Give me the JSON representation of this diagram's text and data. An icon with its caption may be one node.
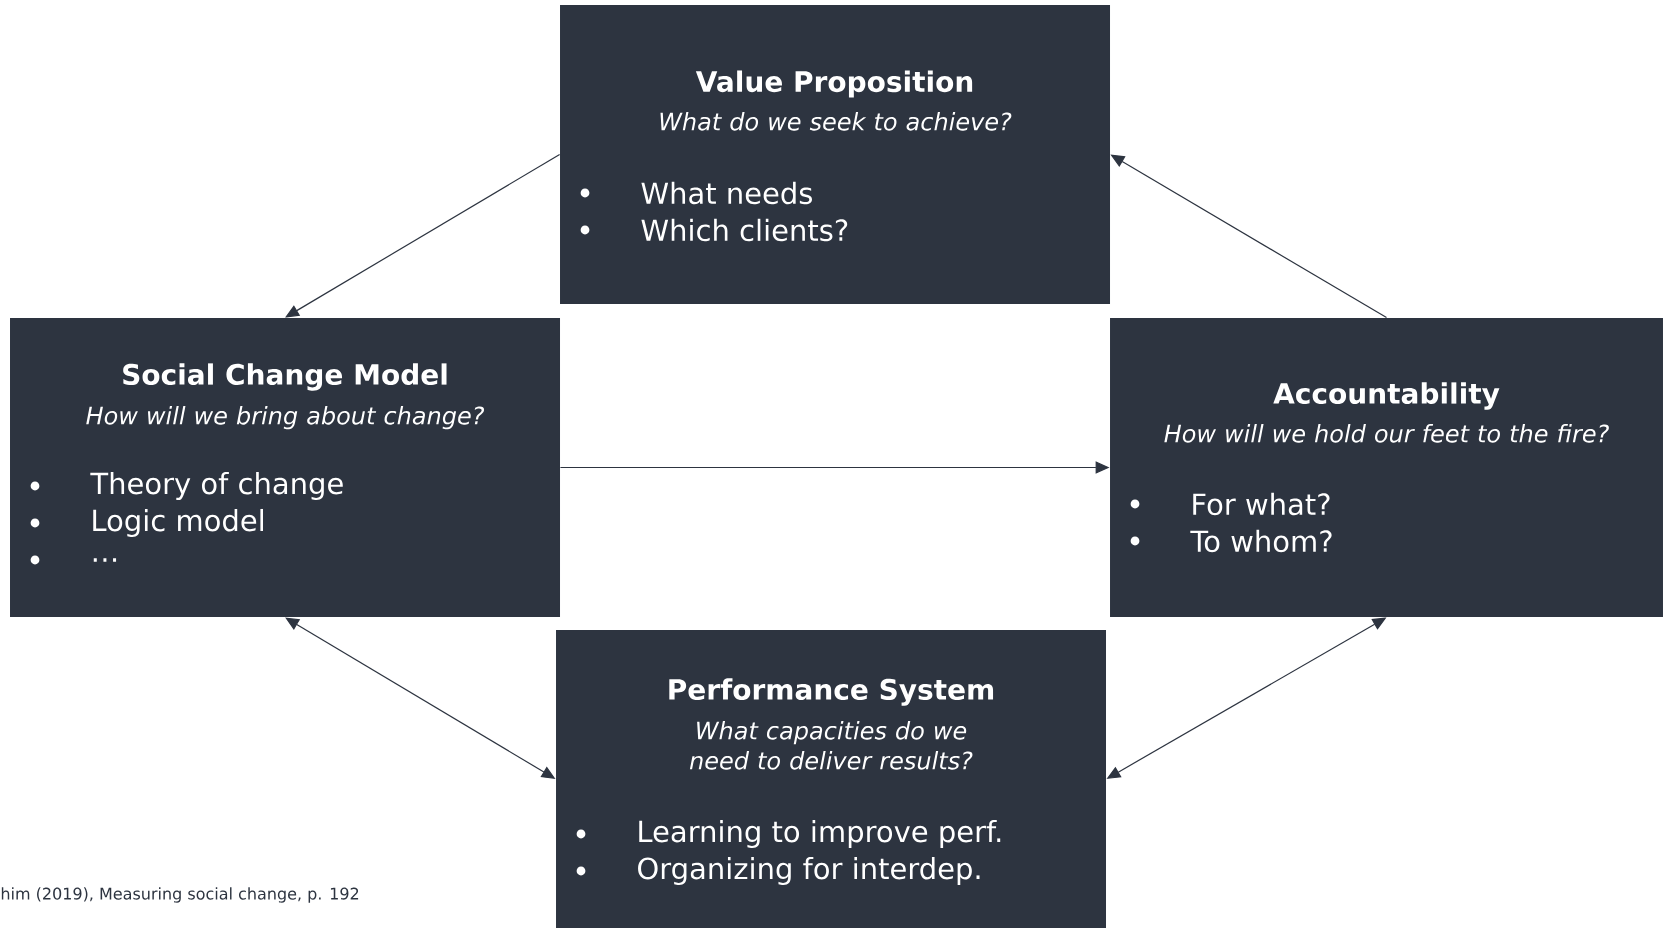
{
  "diagram": {
    "nodes": [
      {
        "text": [
          "Value Proposition",
          "What do we seek to achieve?",
          "What needs",
          "Which clients?"
        ]
      },
      {
        "text": [
          "Social Change Model",
          "How will we bring about change?",
          "Theory of change",
          "Logic model",
          "…"
        ]
      },
      {
        "text": [
          "Accountability",
          "How will we hold our feet to the fire?",
          "For what?",
          "To whom?"
        ]
      },
      {
        "text": [
          "Performance System",
          "What capacities do we need to deliver results?",
          "Learning to improve perf.",
          "Organizing for interdep."
        ]
      }
    ],
    "edges": [
      {
        "from": 0,
        "to": 1,
        "arrow": "to"
      },
      {
        "from": 2,
        "to": 0,
        "arrow": "to"
      },
      {
        "from": 1,
        "to": 2,
        "arrow": "to"
      },
      {
        "from": 1,
        "to": 3,
        "arrow": "both"
      },
      {
        "from": 2,
        "to": 3,
        "arrow": "both"
      }
    ],
    "labels": [
      "him (2019), Measuring social change, p. 192"
    ]
  }
}
